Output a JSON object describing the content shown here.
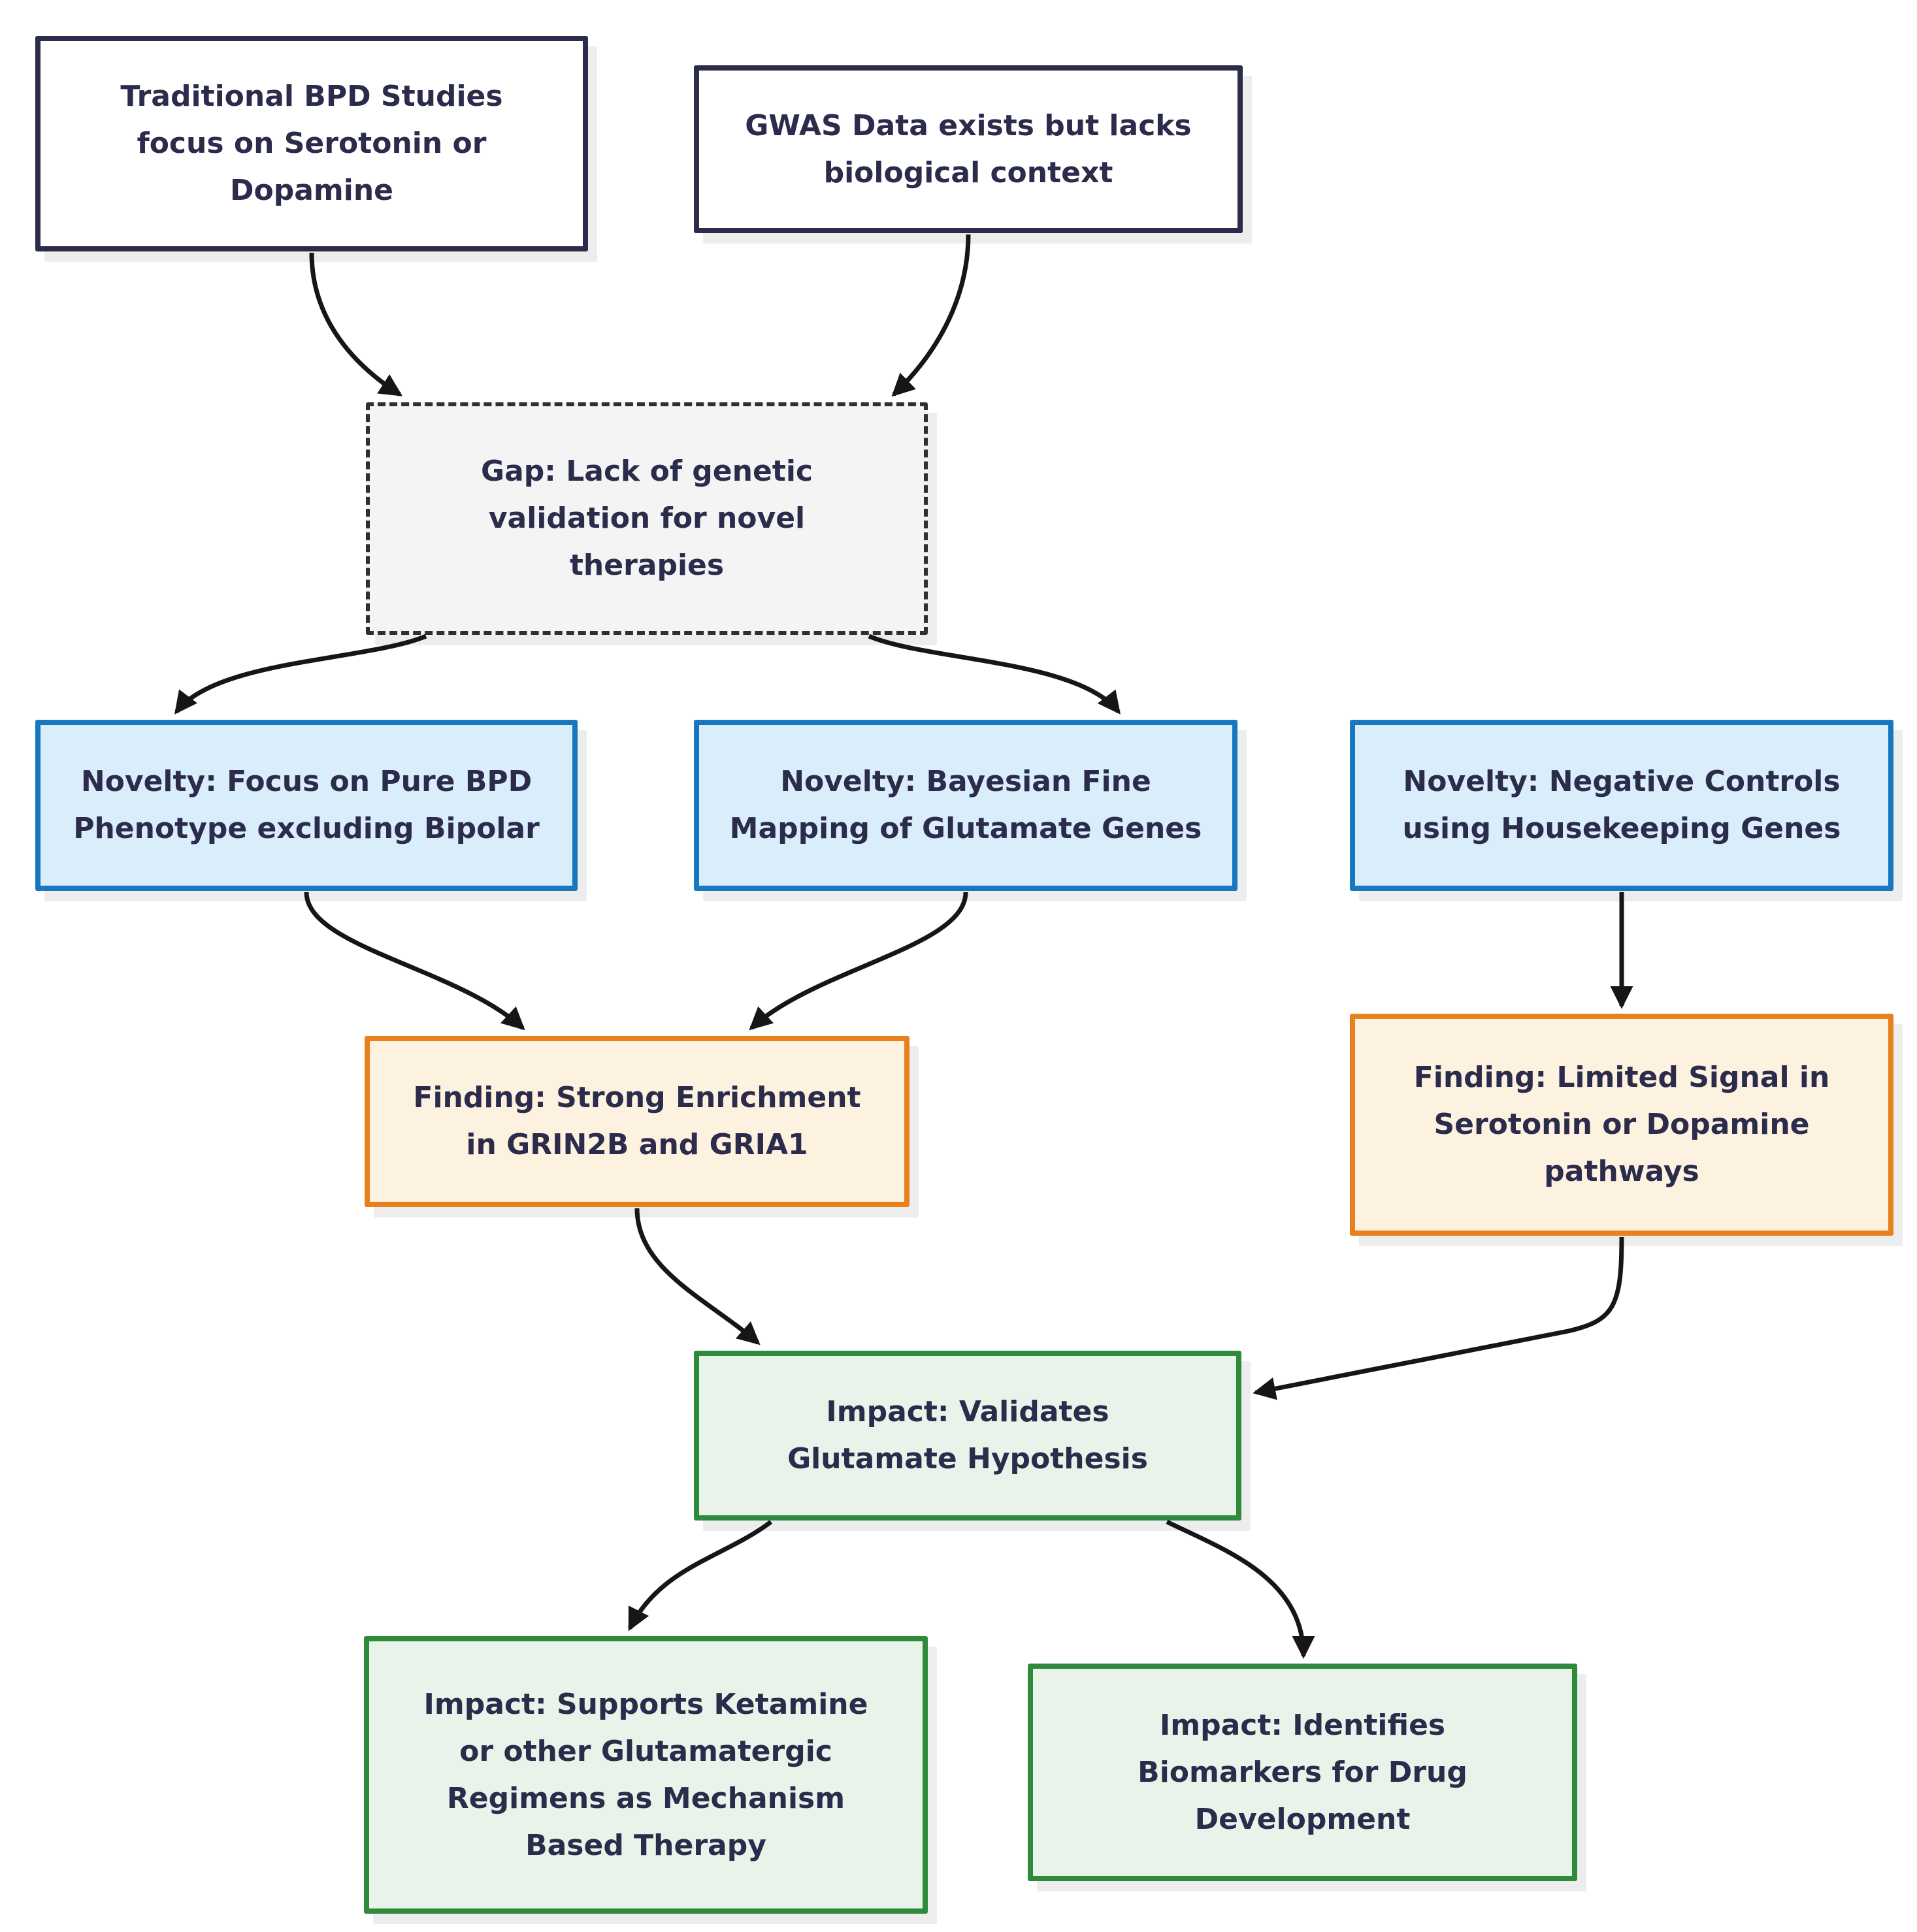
{
  "diagram": {
    "type": "flowchart",
    "direction": "top-down",
    "background_color": "#ffffff",
    "nodes": {
      "traditional_studies": {
        "label": "Traditional BPD Studies\nfocus on Serotonin or\nDopamine",
        "category": "context"
      },
      "gwas_data": {
        "label": "GWAS Data exists but lacks\nbiological context",
        "category": "context"
      },
      "gap": {
        "label": "Gap: Lack of genetic\nvalidation for novel\ntherapies",
        "category": "gap"
      },
      "novelty_phenotype": {
        "label": "Novelty: Focus on Pure BPD\nPhenotype excluding Bipolar",
        "category": "novelty"
      },
      "novelty_mapping": {
        "label": "Novelty: Bayesian Fine\nMapping of Glutamate Genes",
        "category": "novelty"
      },
      "novelty_controls": {
        "label": "Novelty: Negative Controls\nusing Housekeeping Genes",
        "category": "novelty"
      },
      "finding_enrichment": {
        "label": "Finding: Strong Enrichment\nin GRIN2B and GRIA1",
        "category": "finding"
      },
      "finding_limited": {
        "label": "Finding: Limited Signal in\nSerotonin or Dopamine\npathways",
        "category": "finding"
      },
      "impact_validates": {
        "label": "Impact: Validates\nGlutamate Hypothesis",
        "category": "impact"
      },
      "impact_ketamine": {
        "label": "Impact: Supports Ketamine\nor other Glutamatergic\nRegimens as Mechanism\nBased Therapy",
        "category": "impact"
      },
      "impact_biomarkers": {
        "label": "Impact: Identifies\nBiomarkers for Drug\nDevelopment",
        "category": "impact"
      }
    },
    "edges": [
      {
        "from": "traditional_studies",
        "to": "gap"
      },
      {
        "from": "gwas_data",
        "to": "gap"
      },
      {
        "from": "gap",
        "to": "novelty_phenotype"
      },
      {
        "from": "gap",
        "to": "novelty_mapping"
      },
      {
        "from": "novelty_phenotype",
        "to": "finding_enrichment"
      },
      {
        "from": "novelty_mapping",
        "to": "finding_enrichment"
      },
      {
        "from": "novelty_controls",
        "to": "finding_limited"
      },
      {
        "from": "finding_enrichment",
        "to": "impact_validates"
      },
      {
        "from": "finding_limited",
        "to": "impact_validates"
      },
      {
        "from": "impact_validates",
        "to": "impact_ketamine"
      },
      {
        "from": "impact_validates",
        "to": "impact_biomarkers"
      }
    ],
    "colors": {
      "context_border": "#2b2b4a",
      "context_fill": "#ffffff",
      "gap_border": "#2f2f2f",
      "gap_fill": "#f4f4f4",
      "novelty_border": "#1777bf",
      "novelty_fill": "#daedfb",
      "finding_border": "#e8801e",
      "finding_fill": "#fdf1e0",
      "impact_border": "#2e8b3b",
      "impact_fill": "#e8f4e9",
      "edge_stroke": "#161616",
      "text": "#2b2b4b"
    }
  }
}
